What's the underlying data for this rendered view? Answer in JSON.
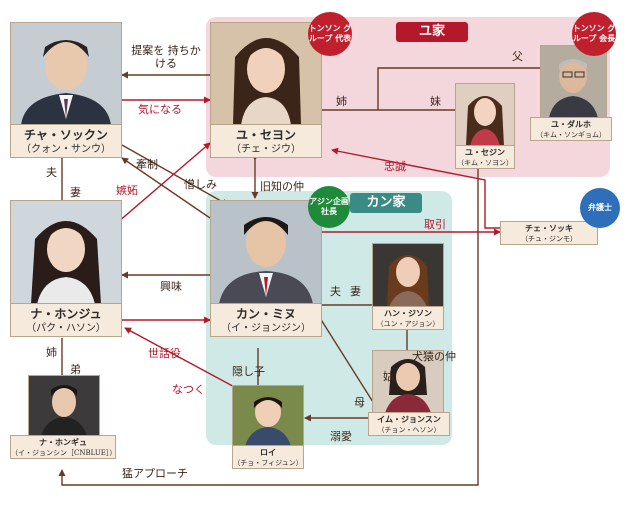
{
  "colors": {
    "red": "#b5182a",
    "brown": "#6b3a26",
    "yu_region": "#f3d7dc",
    "kang_region": "#cfe9e6"
  },
  "families": {
    "yu": "ユ家",
    "kang": "カン家"
  },
  "characters": {
    "cha": {
      "name": "チャ・ソックン",
      "actor": "（クォン・サンウ）"
    },
    "yu_seyon": {
      "name": "ユ・セヨン",
      "actor": "（チェ・ジウ）"
    },
    "yu_sejin": {
      "name": "ユ・セジン",
      "actor": "（キム・ソヨン）"
    },
    "yu_dalho": {
      "name": "ユ・ダルホ",
      "actor": "（キム・ソンギョム）"
    },
    "na_honju": {
      "name": "ナ・ホンジュ",
      "actor": "（パク・ハソン）"
    },
    "kang_minu": {
      "name": "カン・ミヌ",
      "actor": "（イ・ジョンジン）"
    },
    "han_jison": {
      "name": "ハン・ジソン",
      "actor": "（ユン・アジョン）"
    },
    "choi_sokki": {
      "name": "チェ・ソッキ",
      "actor": "（チュ・ジンモ）"
    },
    "im_jongsun": {
      "name": "イム・ジョンスン",
      "actor": "（チョン・ヘソン）"
    },
    "roi": {
      "name": "ロイ",
      "actor": "（チョ・フィジュン）"
    },
    "na_hongyu": {
      "name": "ナ・ホンギュ",
      "actor": "（イ・ジョンシン［CNBLUE］）"
    }
  },
  "badges": {
    "tonson_rep": "トンソン グループ 代表",
    "tonson_chair": "トンソン グループ 会長",
    "ajin_pres": "アジン企画 社長",
    "lawyer": "弁護士"
  },
  "relations": {
    "propose": "提案を 持ちかける",
    "kininaru": "気になる",
    "ane1": "姉",
    "imouto": "妹",
    "chichi": "父",
    "chusei": "忠誠",
    "kensei": "牽制",
    "shitto": "嫉妬",
    "nikushimi": "憎しみ",
    "kyuchi": "旧知の仲",
    "torihiki": "取引",
    "otto": "夫",
    "tsuma": "妻",
    "kyomi": "興味",
    "otto2": "夫",
    "tsuma2": "妻",
    "kenen": "犬猿の仲",
    "shuto": "姑",
    "haha": "母",
    "ane2": "姉",
    "otouto": "弟",
    "sewayaku": "世話役",
    "natsuku": "なつく",
    "kakushigo": "隠し子",
    "dekiai": "溺愛",
    "mouapproach": "猛アプローチ"
  }
}
